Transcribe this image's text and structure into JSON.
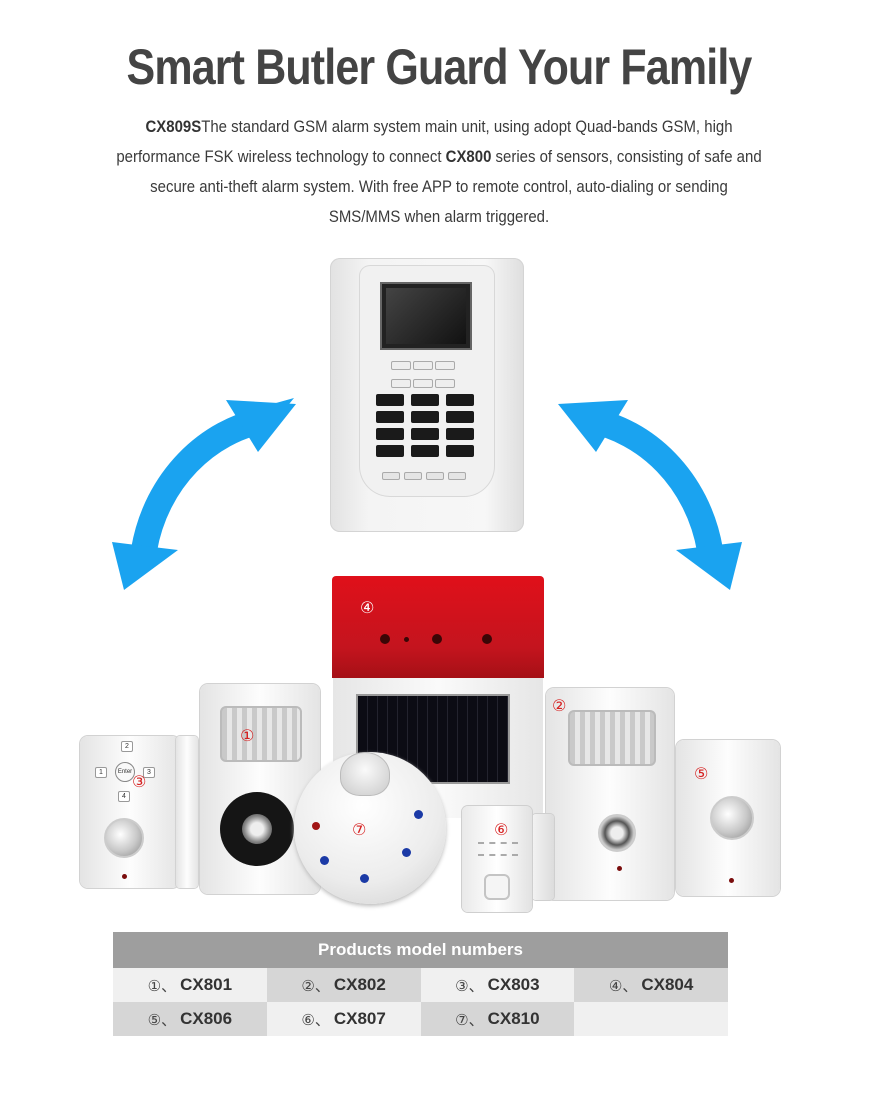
{
  "header": {
    "title": "Smart Butler Guard Your Family"
  },
  "intro": {
    "model_main": "CX809S",
    "text_1": "The standard GSM alarm system main unit, using adopt Quad-bands GSM, high performance FSK wireless technology to connect ",
    "model_series": "CX800",
    "text_2": " series of sensors, consisting of safe and secure anti-theft alarm system. With free APP to remote control, auto-dialing or sending SMS/MMS when alarm triggered."
  },
  "illustration": {
    "labels": [
      "①",
      "②",
      "③",
      "④",
      "⑤",
      "⑥",
      "⑦"
    ],
    "keypad_keys": [
      "1",
      "2",
      "3",
      "4",
      "Enter"
    ],
    "arrow_color": "#1aa3f0",
    "siren_color": "#d5121b"
  },
  "table": {
    "heading": "Products model numbers",
    "rows": [
      [
        {
          "idx": "①、",
          "model": "CX801"
        },
        {
          "idx": "②、",
          "model": "CX802"
        },
        {
          "idx": "③、",
          "model": "CX803"
        },
        {
          "idx": "④、",
          "model": "CX804"
        }
      ],
      [
        {
          "idx": "⑤、",
          "model": "CX806"
        },
        {
          "idx": "⑥、",
          "model": "CX807"
        },
        {
          "idx": "⑦、",
          "model": "CX810"
        },
        {
          "idx": "",
          "model": ""
        }
      ]
    ]
  }
}
